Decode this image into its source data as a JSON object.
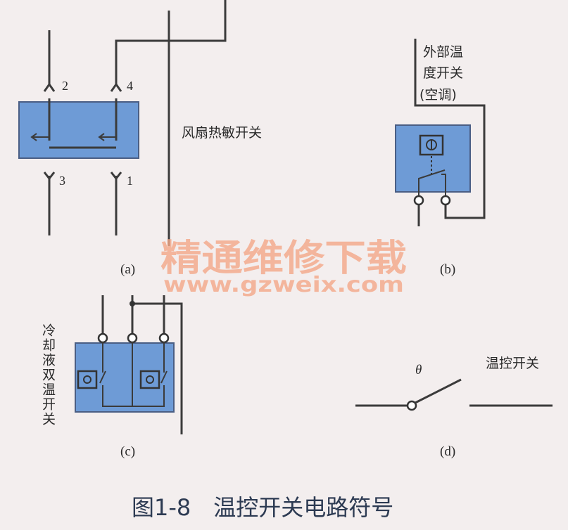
{
  "diagram": {
    "panel_a": {
      "sublabel": "(a)",
      "pin_2": "2",
      "pin_4": "4",
      "pin_3": "3",
      "pin_1": "1",
      "fan_switch_label": "风扇热敏开关"
    },
    "panel_b": {
      "sublabel": "(b)",
      "label_line1": "外部温",
      "label_line2": "度开关",
      "label_line3": "(空调)"
    },
    "panel_c": {
      "sublabel": "(c)",
      "label_vertical": "冷却液双温开关"
    },
    "panel_d": {
      "sublabel": "(d)",
      "theta": "θ",
      "label": "温控开关"
    },
    "watermark": {
      "line1": "精通维修下载",
      "line2": "www.gzweix.com"
    },
    "caption": "图1-8　温控开关电路符号"
  },
  "colors": {
    "box_fill": "#6e9bd6",
    "wire": "#3b3b3b",
    "watermark": "#f3a888",
    "caption": "#2c3a52"
  }
}
